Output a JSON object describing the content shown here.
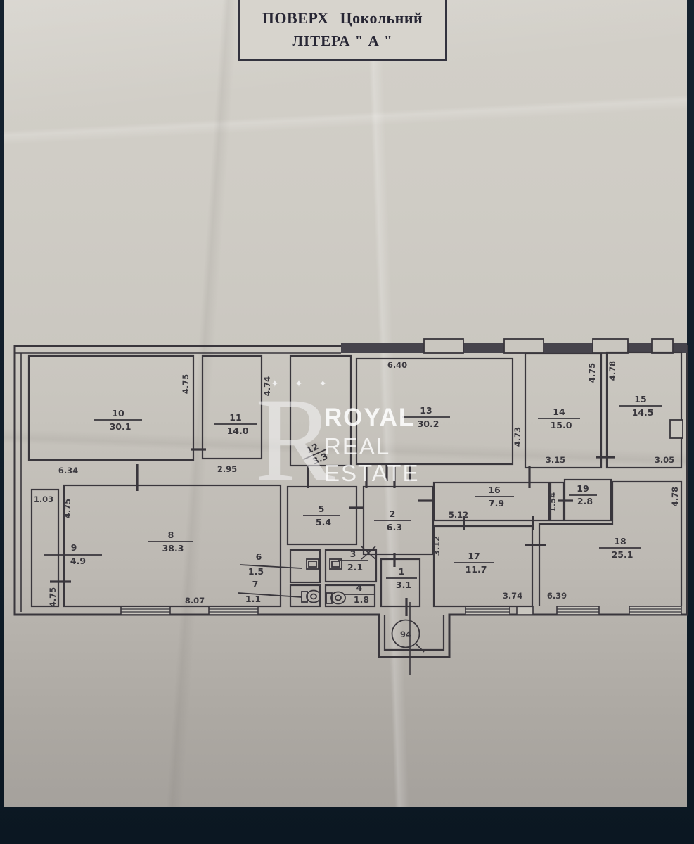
{
  "title_block": {
    "line1": "ПОВЕРХ Цокольний",
    "line2": "ЛІТЕРА \" А \""
  },
  "watermark": {
    "stars": "✦ ✦ ✦",
    "monogram": "R",
    "name_line1": "ROYAL",
    "name_line2": "REAL ESTATE"
  },
  "plan": {
    "rooms": {
      "r1": {
        "number": "1",
        "area": "3.1"
      },
      "r2": {
        "number": "2",
        "area": "6.3"
      },
      "r3": {
        "number": "3",
        "area": "2.1"
      },
      "r4": {
        "number": "4",
        "area": "1.8"
      },
      "r5": {
        "number": "5",
        "area": "5.4"
      },
      "r6": {
        "number": "6",
        "area": "1.5"
      },
      "r7": {
        "number": "7",
        "area": "1.1"
      },
      "r8": {
        "number": "8",
        "area": "38.3"
      },
      "r9": {
        "number": "9",
        "area": "4.9"
      },
      "r10": {
        "number": "10",
        "area": "30.1"
      },
      "r11": {
        "number": "11",
        "area": "14.0"
      },
      "r12": {
        "number": "12",
        "area": "3.3"
      },
      "r13": {
        "number": "13",
        "area": "30.2"
      },
      "r14": {
        "number": "14",
        "area": "15.0"
      },
      "r15": {
        "number": "15",
        "area": "14.5"
      },
      "r16": {
        "number": "16",
        "area": "7.9"
      },
      "r17": {
        "number": "17",
        "area": "11.7"
      },
      "r18": {
        "number": "18",
        "area": "25.1"
      },
      "r19": {
        "number": "19",
        "area": "2.8"
      }
    },
    "dims": {
      "room10_width": "6.34",
      "room10_height": "4.75",
      "room11_width": "2.95",
      "room11_height": "4.74",
      "room13_width": "6.40",
      "room13_height": "4.73",
      "room14_width": "3.15",
      "room14_height": "4.75",
      "room15_height": "4.78",
      "room15_width": "3.05",
      "room9_top": "1.03",
      "room9_height": "4.75",
      "room9_bottom": "4.75",
      "room8_width": "8.07",
      "room16_width": "5.12",
      "room16_niche": "1.54",
      "room17_height": "3.12",
      "room17_width": "3.74",
      "room18_width": "6.39",
      "room18_height": "4.78"
    },
    "entry": {
      "circle_label": "94"
    }
  }
}
